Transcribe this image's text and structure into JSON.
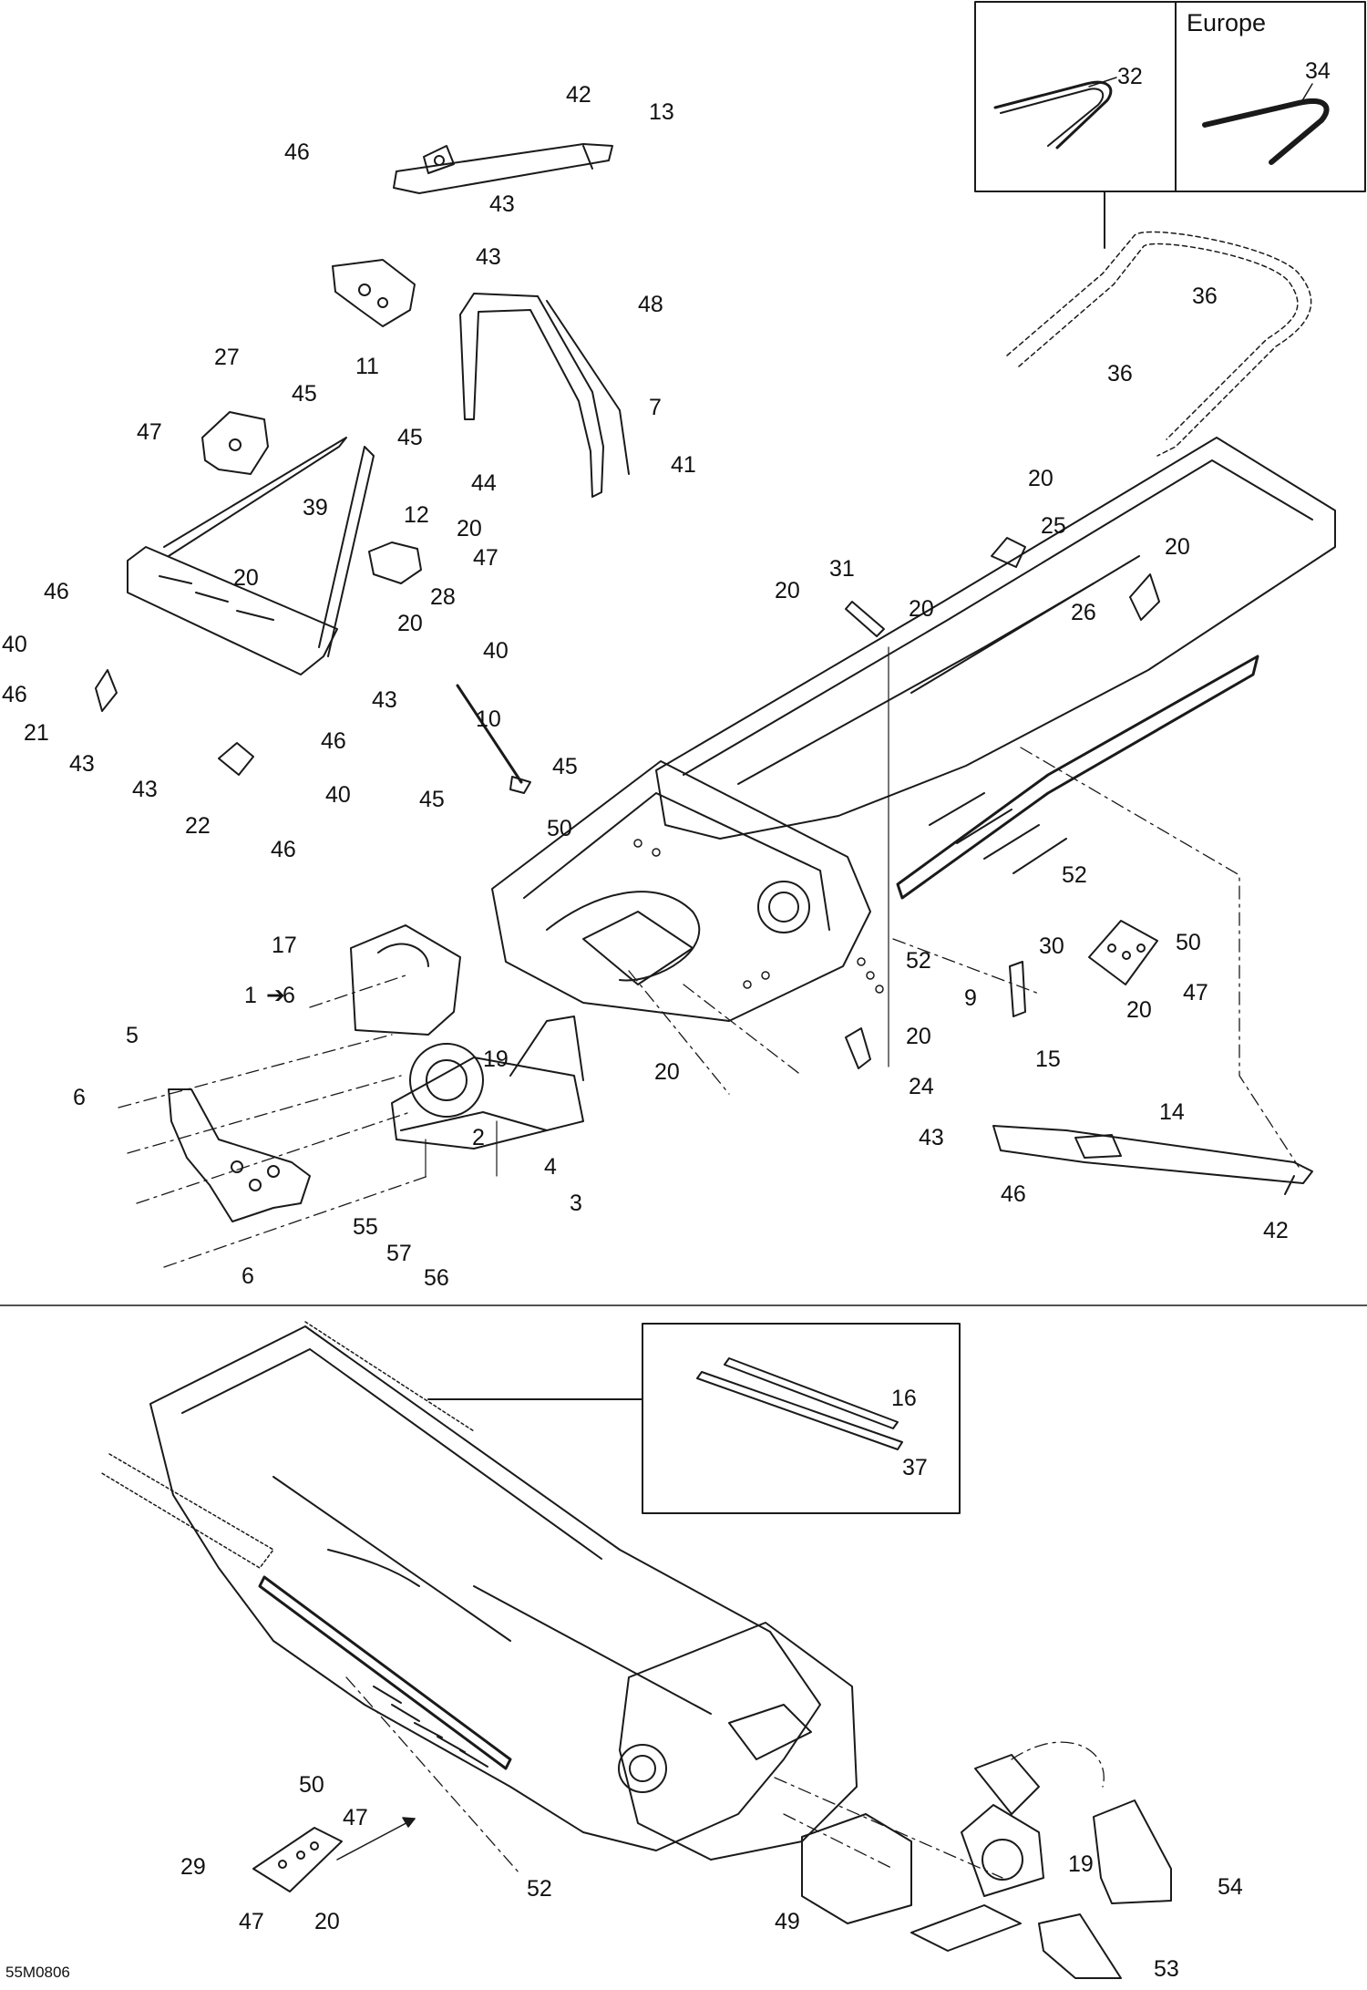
{
  "diagram": {
    "reference_code": "55M0806",
    "inset_region_label": "Europe",
    "callouts": [
      "1",
      "2",
      "3",
      "4",
      "5",
      "6",
      "7",
      "9",
      "10",
      "11",
      "12",
      "13",
      "14",
      "15",
      "16",
      "17",
      "19",
      "20",
      "21",
      "22",
      "24",
      "25",
      "26",
      "27",
      "28",
      "29",
      "30",
      "31",
      "32",
      "34",
      "36",
      "37",
      "39",
      "40",
      "41",
      "42",
      "43",
      "44",
      "45",
      "46",
      "47",
      "48",
      "49",
      "50",
      "52",
      "53",
      "54",
      "55",
      "56",
      "57"
    ]
  },
  "style": {
    "line_color": "#1a1a1a",
    "background": "#ffffff"
  }
}
